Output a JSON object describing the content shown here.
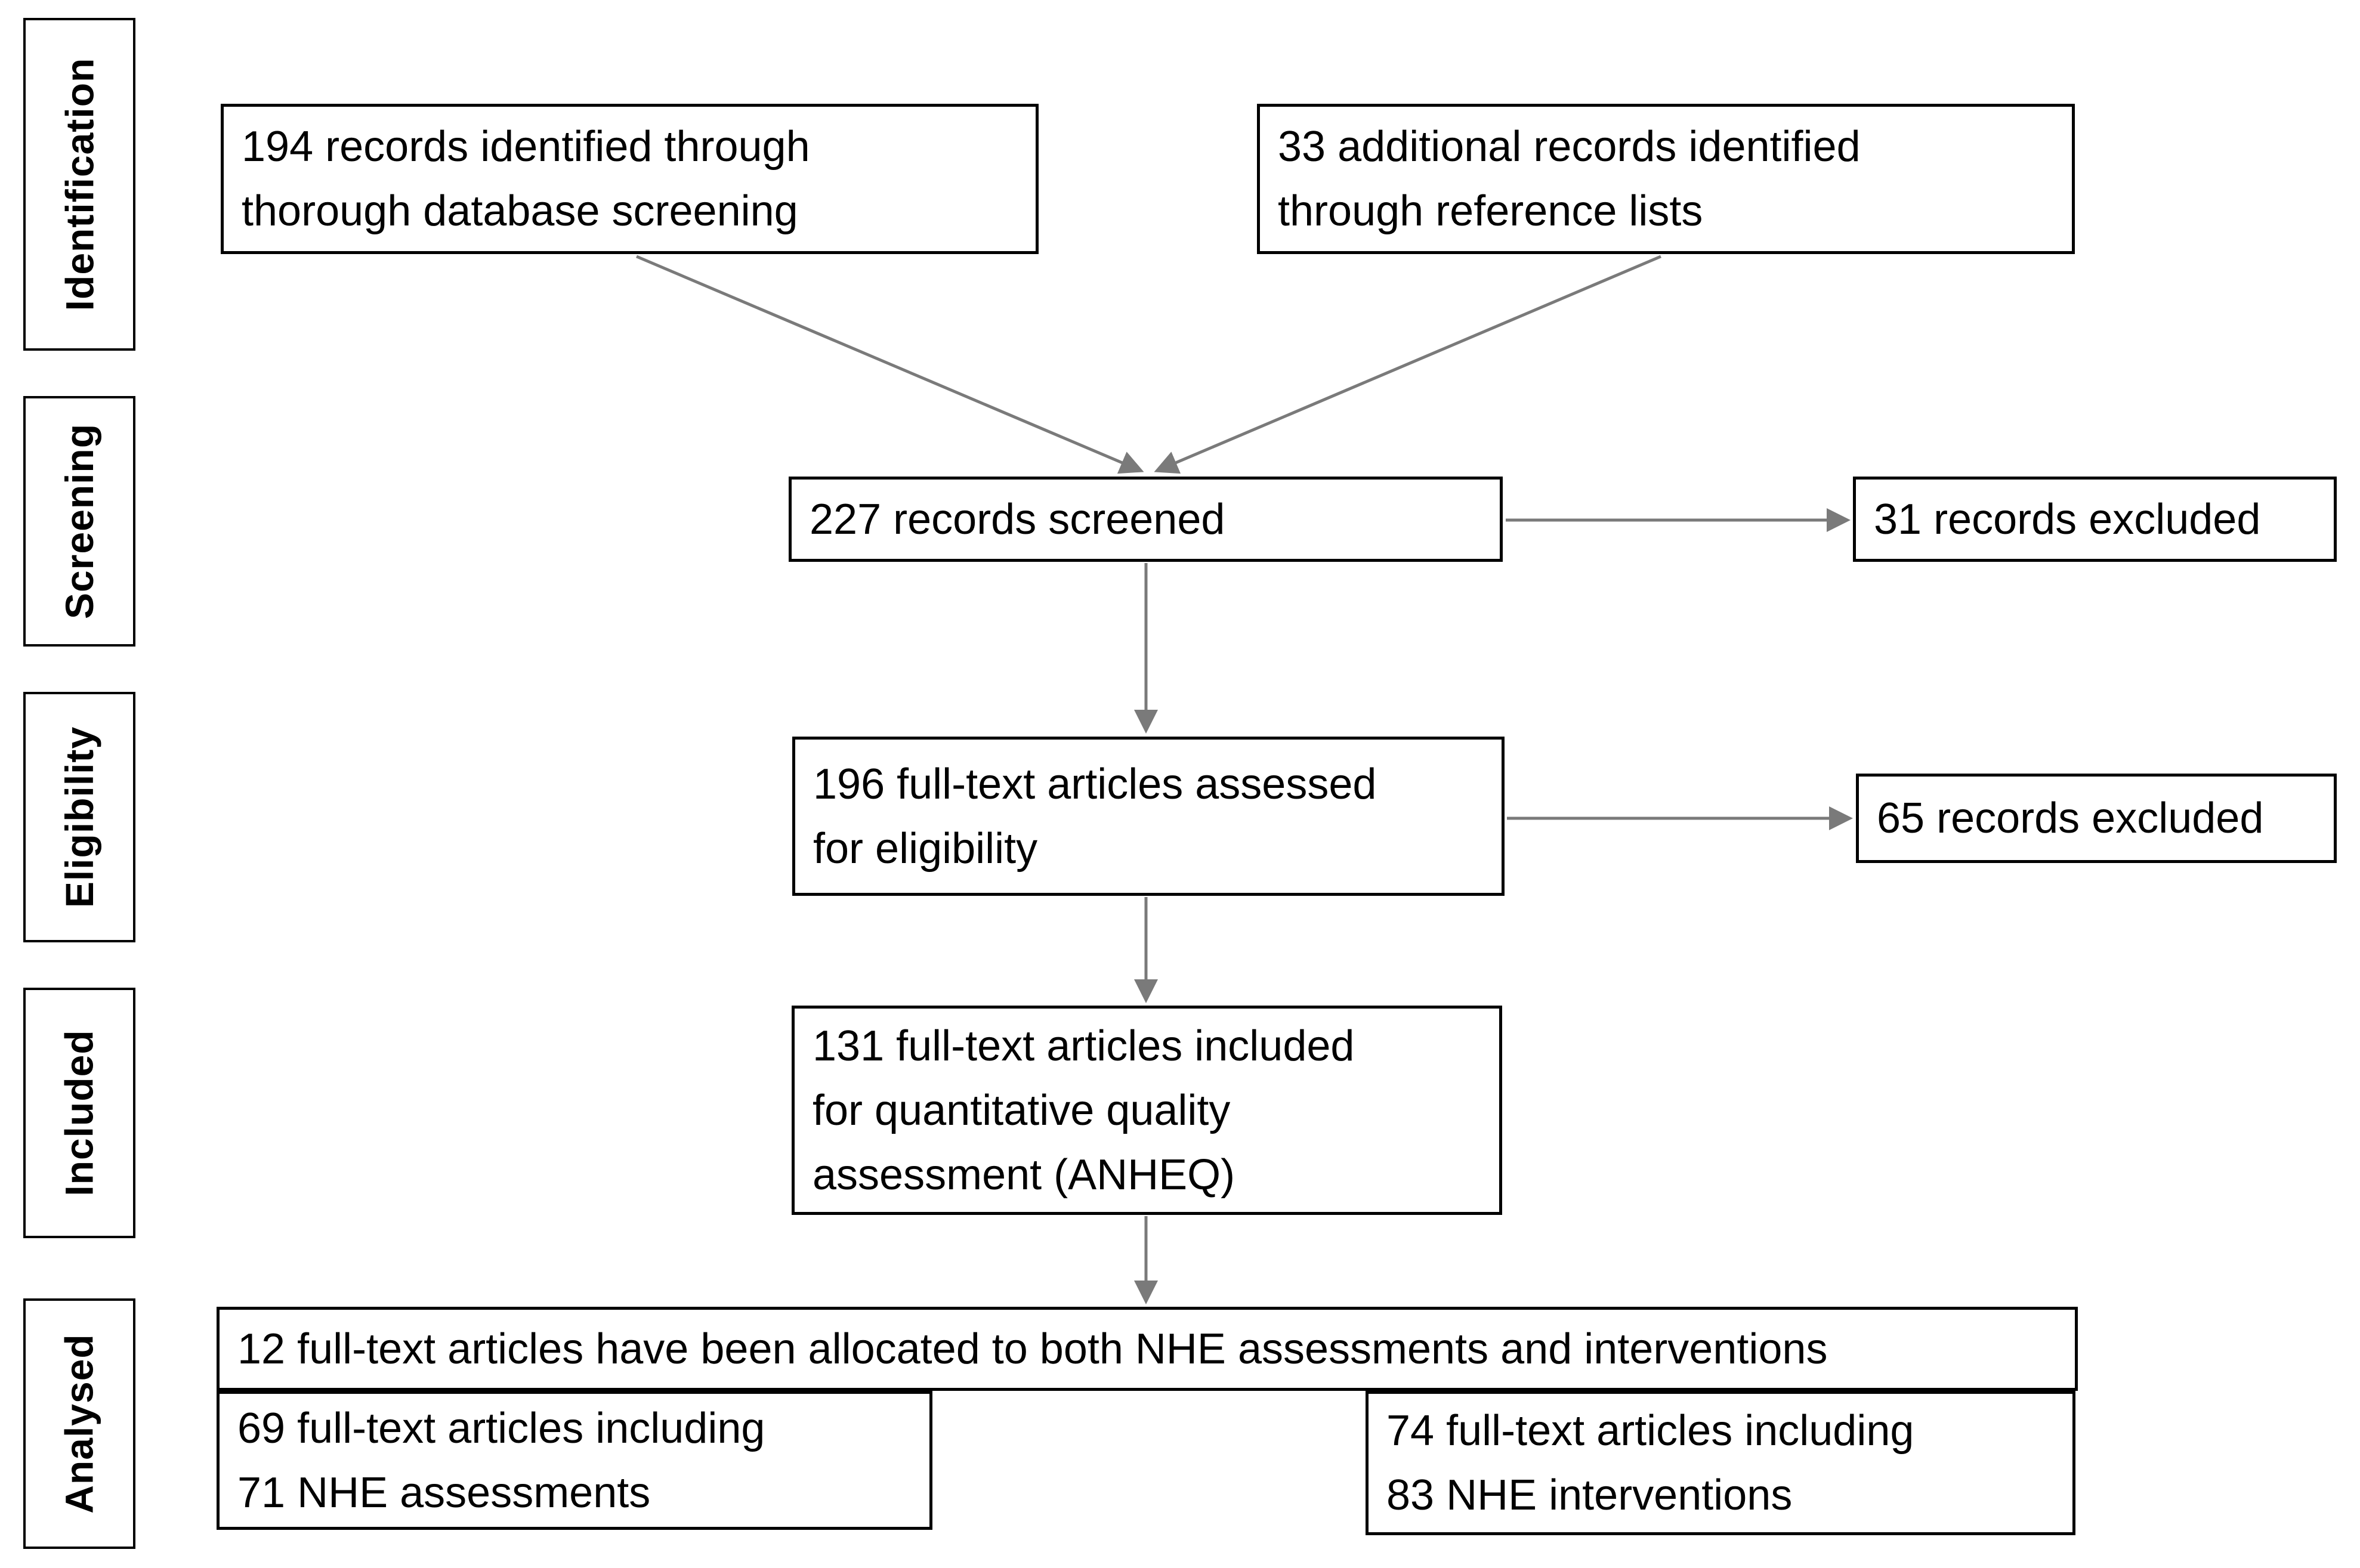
{
  "stages": [
    "Identification",
    "Screening",
    "Eligibility",
    "Included",
    "Analysed"
  ],
  "boxes": {
    "identified_database": "194 records identified through\nthorough database screening",
    "identified_references": "33 additional records identified\nthrough reference lists",
    "records_screened": "227 records screened",
    "records_excluded_screening": "31 records excluded",
    "fulltext_assessed": "196 full-text articles assessed\nfor eligibility",
    "records_excluded_eligibility": "65 records excluded",
    "fulltext_included_quality": "131 full-text articles included\nfor quantitative quality\nassessment (ANHEQ)",
    "allocated_both": "12 full-text articles have been allocated to both NHE assessments and interventions",
    "nhe_assessments": "69 full-text articles including\n71 NHE assessments",
    "nhe_interventions": "74 full-text articles including\n83 NHE interventions"
  },
  "colors": {
    "box_border": "#000000",
    "text": "#000000",
    "arrow": "#7a7a7a",
    "background": "#ffffff"
  }
}
